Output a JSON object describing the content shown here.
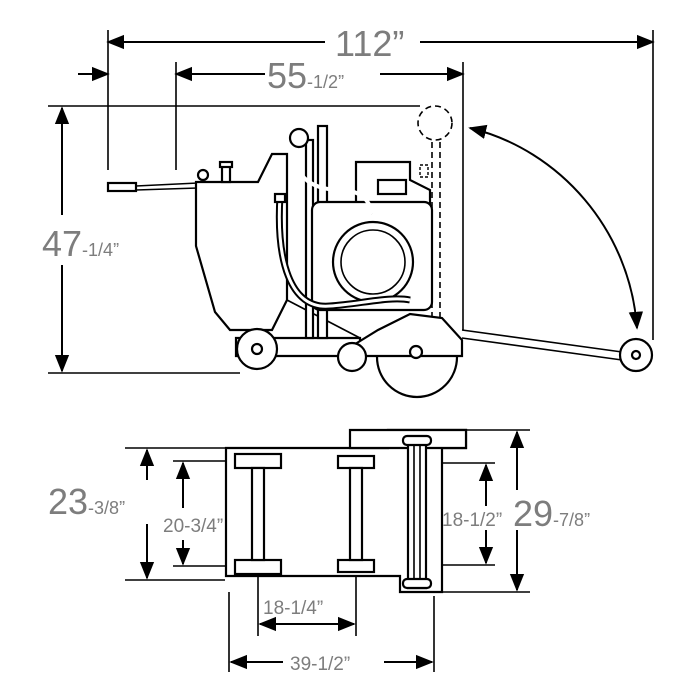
{
  "dimensions": {
    "overall_length": {
      "whole": "112",
      "frac": "”"
    },
    "blade_to_handle": {
      "whole": "55",
      "frac": "-1/2”"
    },
    "height": {
      "whole": "47",
      "frac": "-1/4”"
    },
    "base_width": {
      "whole": "23",
      "frac": "-3/8”"
    },
    "front_axle": "20-3/4”",
    "rear_axle": "18-1/2”",
    "overall_width": {
      "whole": "29",
      "frac": "-7/8”"
    },
    "wheelbase": "18-1/4”",
    "frame_length": "39-1/2”"
  },
  "colors": {
    "line": "#000000",
    "label": "#7d7d7d",
    "background": "#ffffff"
  }
}
